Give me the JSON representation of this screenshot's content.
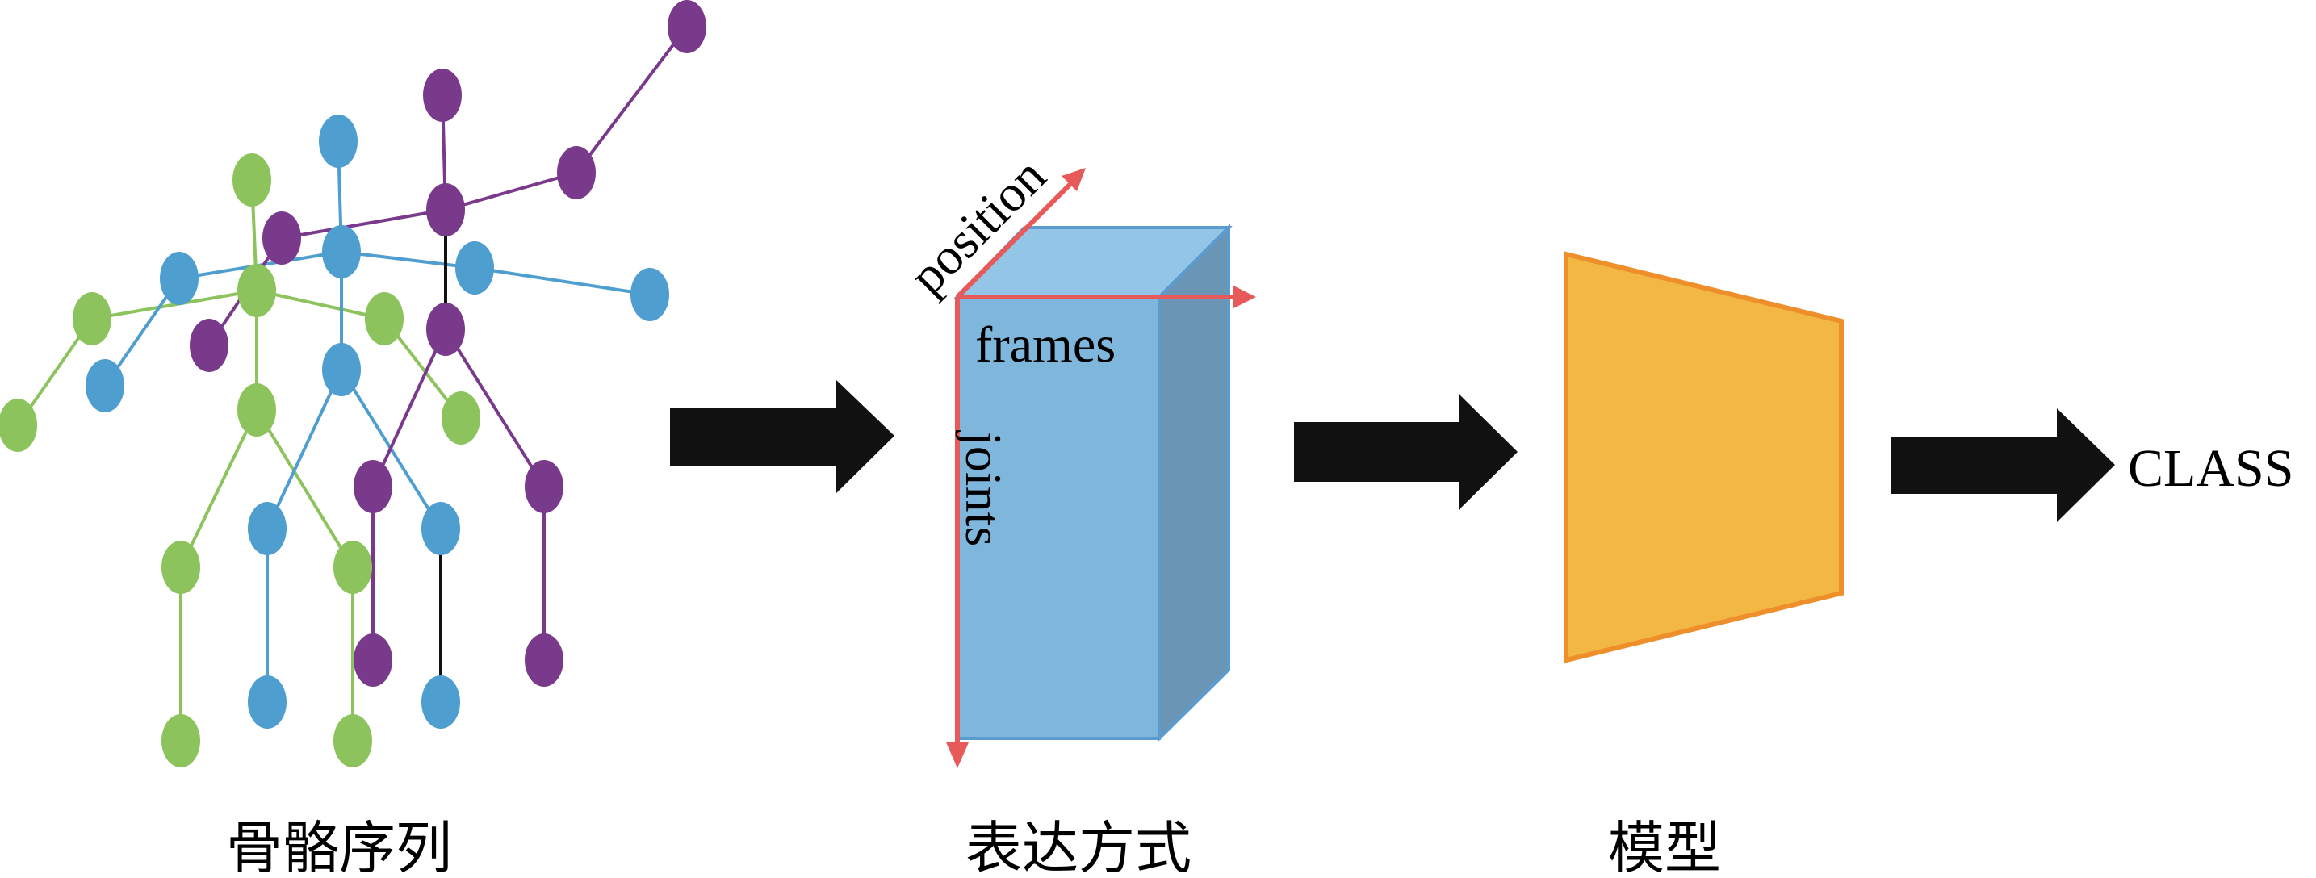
{
  "labels": {
    "skeleton_caption": "骨骼序列",
    "representation_caption": "表达方式",
    "model_caption": "模型",
    "position_axis": "position",
    "frames_axis": "frames",
    "joints_axis": "joints",
    "output": "CLASS"
  },
  "colors": {
    "green": "#8dc35c",
    "blue": "#4f9ed0",
    "purple": "#7a3a8c",
    "cube_front": "#7fb6dc",
    "cube_top": "#93c5e6",
    "cube_side": "#6b95b4",
    "cube_edge": "#5a9bd0",
    "axis_red": "#e85a5a",
    "trapezoid_fill": "#f3b843",
    "trapezoid_edge": "#ee8f2b",
    "arrow": "#111111"
  }
}
